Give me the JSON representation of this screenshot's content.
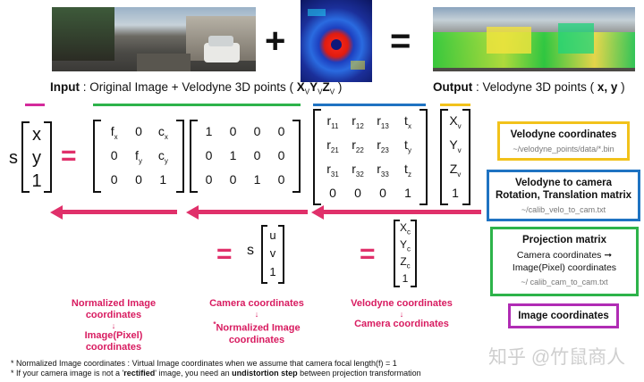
{
  "header": {
    "plus": "+",
    "equals": "=",
    "input_label": "Input",
    "input_text": " : Original Image + Velodyne 3D points ( ",
    "xv": "X",
    "yv": "Y",
    "zv": "Z",
    "v": "V",
    "input_close": " )",
    "output_label": "Output",
    "output_text": " : Velodyne 3D points ( ",
    "output_xy": "x, y",
    "output_close": " )"
  },
  "lhs": {
    "s": "s",
    "vec": [
      "x",
      "y",
      "1"
    ]
  },
  "intrinsic": [
    [
      "f",
      "x"
    ],
    [
      "0",
      ""
    ],
    [
      "c",
      "x"
    ],
    [
      "0",
      ""
    ],
    [
      "f",
      "y"
    ],
    [
      "c",
      "y"
    ],
    [
      "0",
      ""
    ],
    [
      "0",
      ""
    ],
    [
      "1",
      ""
    ]
  ],
  "projection": [
    "1",
    "0",
    "0",
    "0",
    "0",
    "1",
    "0",
    "0",
    "0",
    "0",
    "1",
    "0"
  ],
  "extrinsic": [
    [
      "r",
      "11"
    ],
    [
      "r",
      "12"
    ],
    [
      "r",
      "13"
    ],
    [
      "t",
      "x"
    ],
    [
      "r",
      "21"
    ],
    [
      "r",
      "22"
    ],
    [
      "r",
      "23"
    ],
    [
      "t",
      "y"
    ],
    [
      "r",
      "31"
    ],
    [
      "r",
      "32"
    ],
    [
      "r",
      "33"
    ],
    [
      "t",
      "z"
    ],
    [
      "0",
      ""
    ],
    [
      "0",
      ""
    ],
    [
      "0",
      ""
    ],
    [
      "1",
      ""
    ]
  ],
  "velo_vec": [
    [
      "X",
      "v"
    ],
    [
      "Y",
      "v"
    ],
    [
      "Z",
      "v"
    ],
    [
      "1",
      ""
    ]
  ],
  "mid": {
    "eq": "=",
    "s": "s",
    "uv": [
      "u",
      "v",
      "1"
    ]
  },
  "cam": {
    "eq": "=",
    "vec": [
      [
        "X",
        "c"
      ],
      [
        "Y",
        "c"
      ],
      [
        "Z",
        "c"
      ],
      [
        "1",
        ""
      ]
    ]
  },
  "labels": {
    "left": [
      "Normalized Image",
      "coordinates",
      "↓",
      "Image(Pixel) coordinates"
    ],
    "middle": [
      "Camera coordinates",
      "↓",
      "Normalized Image",
      "coordinates"
    ],
    "middle_star": "*",
    "right": [
      "Velodyne coordinates",
      "↓",
      "Camera coordinates"
    ]
  },
  "boxes": {
    "velodyne": {
      "title": "Velodyne coordinates",
      "path": "~/velodyne_points/data/*.bin",
      "color": "#f2c21b"
    },
    "velo_cam": {
      "title1": "Velodyne to camera",
      "title2": "Rotation, Translation matrix",
      "path": "~/calib_velo_to_cam.txt",
      "color": "#1f73c2"
    },
    "projection": {
      "title": "Projection matrix",
      "line1": "Camera coordinates",
      "arrow": "➞",
      "line2": "Image(Pixel) coordinates",
      "path": "~/ calib_cam_to_cam.txt",
      "color": "#2db34a"
    },
    "image": {
      "title": "Image coordinates",
      "color": "#b02cb4"
    }
  },
  "notes": {
    "n1": "* Normalized Image coordinates : Virtual Image coordinates when we assume that camera focal length(f) = 1",
    "n2_a": "* If your camera image is not a '",
    "n2_b": "rectified",
    "n2_c": "' image, you need an ",
    "n2_d": "undistortion step",
    "n2_e": " between projection transformation"
  },
  "watermark": "知乎 @竹鼠商人",
  "colors": {
    "pink": "#e0306a",
    "magenta": "#d42a9b",
    "green": "#2db34a",
    "blue": "#1f73c2",
    "yellow": "#f2c21b"
  }
}
